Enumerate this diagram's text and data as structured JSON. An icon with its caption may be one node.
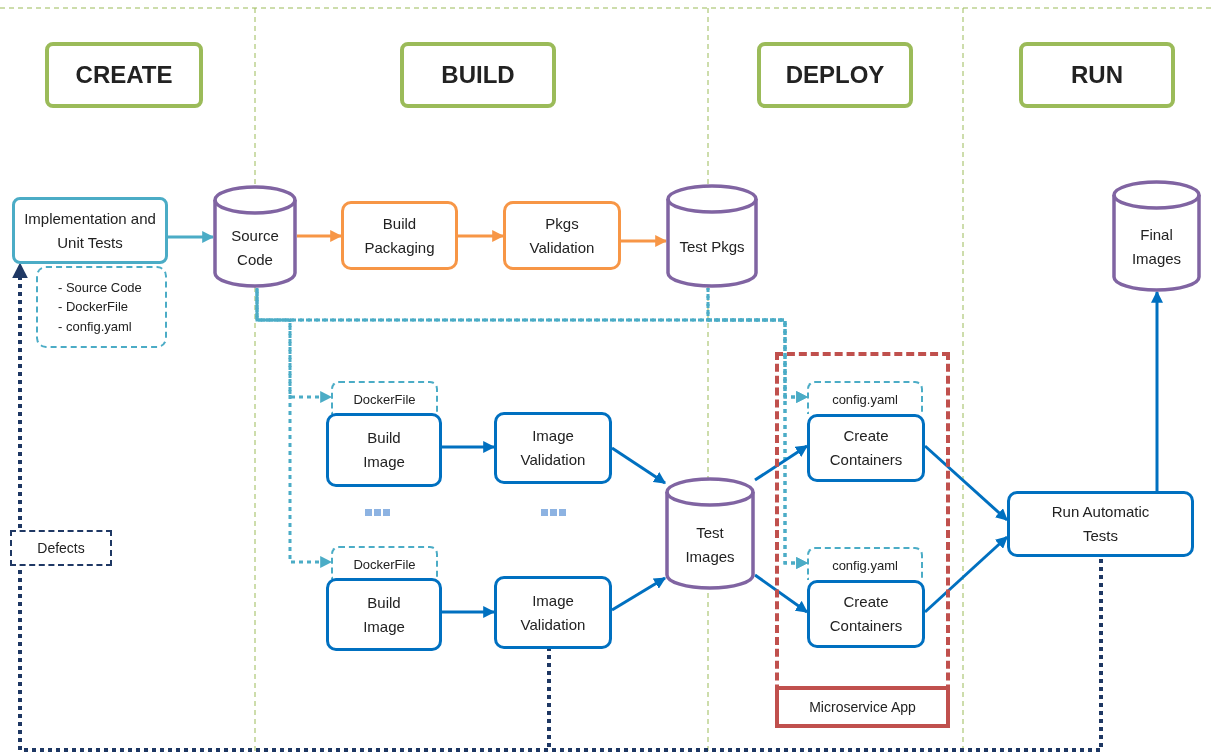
{
  "diagram": {
    "nodes": [
      {
        "text": [
          "CREATE"
        ]
      },
      {
        "text": [
          "BUILD"
        ]
      },
      {
        "text": [
          "DEPLOY"
        ]
      },
      {
        "text": [
          "RUN"
        ]
      },
      {
        "text": [
          "Implementation and Unit Tests"
        ]
      },
      {
        "text": [
          "- Source Code",
          "- DockerFile",
          "- config.yaml"
        ]
      },
      {
        "text": [
          "Source Code"
        ]
      },
      {
        "text": [
          "Build Packaging"
        ]
      },
      {
        "text": [
          "Pkgs Validation"
        ]
      },
      {
        "text": [
          "Test Pkgs"
        ]
      },
      {
        "text": [
          "Final Images"
        ]
      },
      {
        "text": [
          "Microservice App"
        ]
      },
      {
        "text": [
          "DockerFile"
        ]
      },
      {
        "text": [
          "Build Image"
        ]
      },
      {
        "text": [
          "Image Validation"
        ]
      },
      {
        "text": [
          "DockerFile"
        ]
      },
      {
        "text": [
          "Build Image"
        ]
      },
      {
        "text": [
          "Image Validation"
        ]
      },
      {
        "text": [
          "Test Images"
        ]
      },
      {
        "text": [
          "config.yaml"
        ],
        "in": 11
      },
      {
        "text": [
          "Create Containers"
        ],
        "in": 11
      },
      {
        "text": [
          "config.yaml"
        ],
        "in": 11
      },
      {
        "text": [
          "Create Containers"
        ],
        "in": 11
      },
      {
        "text": [
          "Run Automatic Tests"
        ]
      },
      {
        "text": [
          "Defects"
        ]
      }
    ],
    "edges": [
      {
        "from": 4,
        "to": 6,
        "arrow": "to",
        "color": "#4bacc6"
      },
      {
        "from": 6,
        "to": 7,
        "arrow": "to",
        "color": "#f79646"
      },
      {
        "from": 7,
        "to": 8,
        "arrow": "to",
        "color": "#f79646"
      },
      {
        "from": 8,
        "to": 9,
        "arrow": "to",
        "color": "#f79646"
      },
      {
        "from": 6,
        "to": 12,
        "arrow": "to",
        "style": "dashed",
        "color": "#4bacc6"
      },
      {
        "from": 6,
        "to": 15,
        "arrow": "to",
        "style": "dashed",
        "color": "#4bacc6"
      },
      {
        "from": 6,
        "to": 19,
        "arrow": "to",
        "style": "dashed",
        "color": "#4bacc6"
      },
      {
        "from": 6,
        "to": 21,
        "arrow": "to",
        "style": "dashed",
        "color": "#4bacc6"
      },
      {
        "from": 9,
        "to": 19,
        "arrow": "to",
        "style": "dashed",
        "color": "#4bacc6"
      },
      {
        "from": 9,
        "to": 21,
        "arrow": "to",
        "style": "dashed",
        "color": "#4bacc6"
      },
      {
        "from": 13,
        "to": 14,
        "arrow": "to"
      },
      {
        "from": 16,
        "to": 17,
        "arrow": "to"
      },
      {
        "from": 14,
        "to": 18,
        "arrow": "to"
      },
      {
        "from": 17,
        "to": 18,
        "arrow": "to"
      },
      {
        "from": 18,
        "to": 20,
        "arrow": "to"
      },
      {
        "from": 18,
        "to": 22,
        "arrow": "to"
      },
      {
        "from": 20,
        "to": 23,
        "arrow": "to"
      },
      {
        "from": 22,
        "to": 23,
        "arrow": "to"
      },
      {
        "from": 23,
        "to": 10,
        "arrow": "to"
      },
      {
        "from": 17,
        "to": 24,
        "arrow": "none",
        "style": "dashed",
        "color": "#1f3864"
      },
      {
        "from": 23,
        "to": 24,
        "arrow": "none",
        "style": "dashed",
        "color": "#1f3864"
      },
      {
        "from": 24,
        "to": 4,
        "arrow": "to",
        "style": "dashed",
        "color": "#1f3864"
      }
    ]
  }
}
